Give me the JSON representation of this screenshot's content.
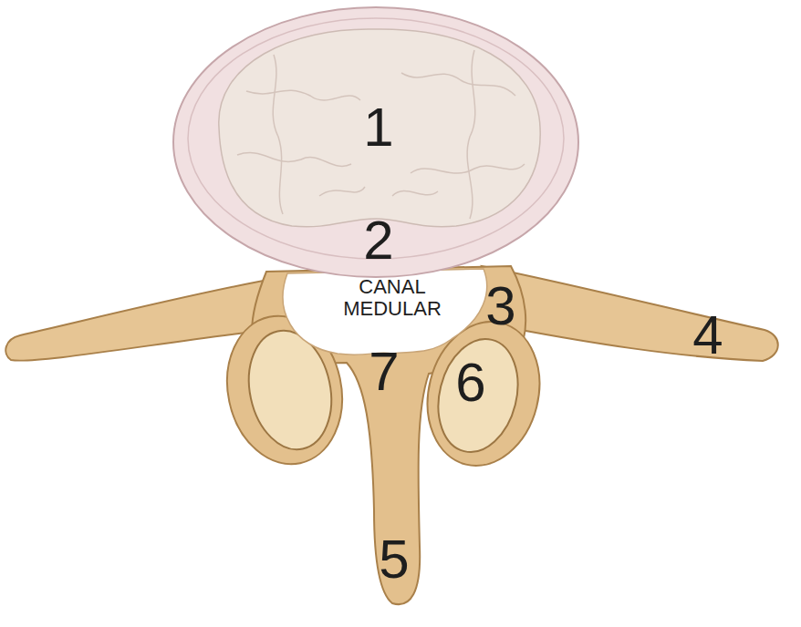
{
  "diagram": {
    "labels": [
      "1",
      "2",
      "CANAL MEDULAR",
      "3",
      "4",
      "7",
      "6",
      "5"
    ]
  }
}
